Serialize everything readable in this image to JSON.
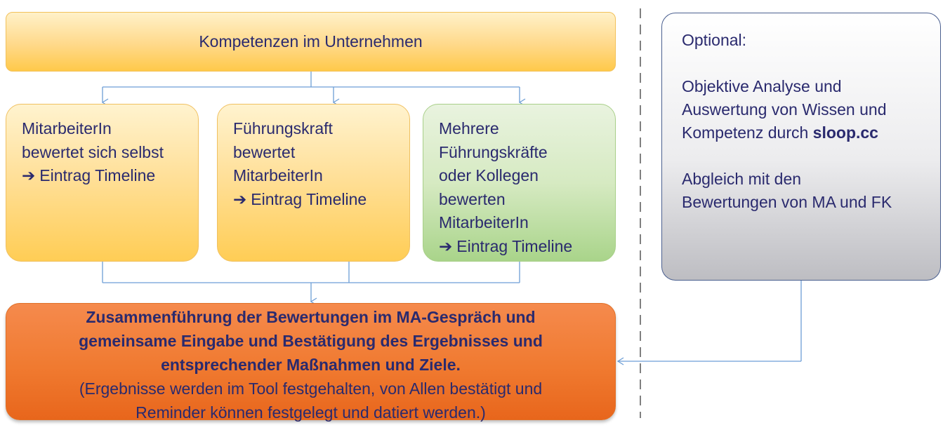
{
  "top": {
    "title": "Kompetenzen im Unternehmen"
  },
  "employee": {
    "lines": [
      "MitarbeiterIn",
      "bewertet sich selbst",
      "Eintrag Timeline"
    ],
    "arrow": "➔"
  },
  "manager": {
    "lines": [
      "Führungskraft",
      "bewertet",
      "MitarbeiterIn",
      "Eintrag Timeline"
    ],
    "arrow": "➔"
  },
  "multi": {
    "lines": [
      "Mehrere",
      "Führungskräfte",
      "oder Kollegen",
      "bewerten",
      "MitarbeiterIn",
      "Eintrag Timeline"
    ],
    "arrow": "➔"
  },
  "optional": {
    "heading": "Optional:",
    "analysis_lines": [
      "Objektive Analyse und",
      "Auswertung von Wissen und",
      "Kompetenz durch "
    ],
    "brand": "sloop.cc",
    "compare_lines": [
      "Abgleich mit den",
      "Bewertungen von MA und FK"
    ]
  },
  "merge": {
    "bold_lines": [
      "Zusammenführung der Bewertungen im MA-Gespräch und",
      "gemeinsame Eingabe und Bestätigung des Ergebnisses und",
      "entsprechender Maßnahmen und Ziele."
    ],
    "note_lines": [
      "(Ergebnisse werden im Tool festgehalten, von Allen bestätigt und",
      "Reminder können festgelegt und datiert werden.)"
    ]
  },
  "colors": {
    "connector": "#6d9ed6",
    "divider": "#808080",
    "text": "#2a2a6e"
  }
}
